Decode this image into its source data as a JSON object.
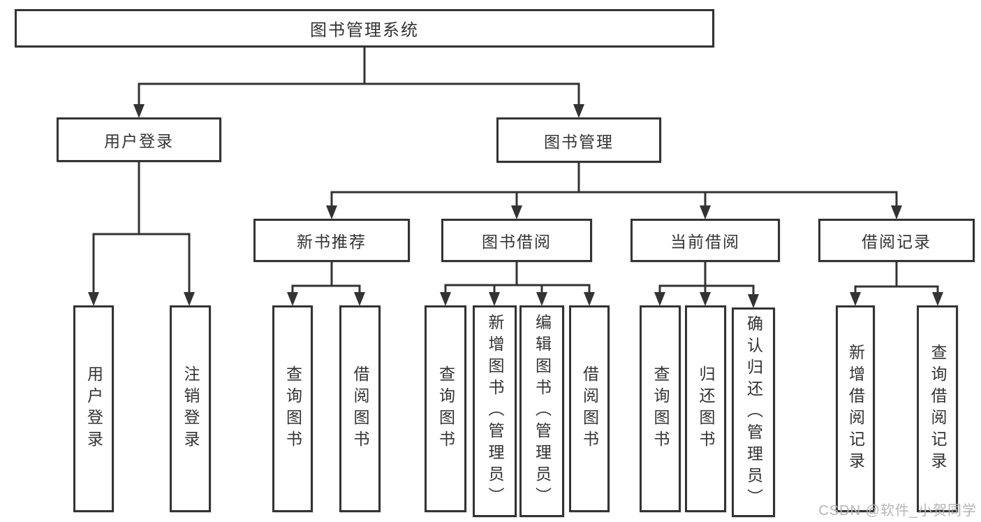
{
  "colors": {
    "background": "#ffffff",
    "box_border": "#333333",
    "connector": "#333333",
    "text": "#333333",
    "watermark": "#b5b5b5"
  },
  "root": {
    "label": "图书管理系统"
  },
  "level2": {
    "user_login": {
      "label": "用户登录"
    },
    "book_management": {
      "label": "图书管理"
    }
  },
  "level3": {
    "new_book_recommend": {
      "label": "新书推荐"
    },
    "book_borrow": {
      "label": "图书借阅"
    },
    "current_borrow": {
      "label": "当前借阅"
    },
    "borrow_records": {
      "label": "借阅记录"
    }
  },
  "leaves": {
    "user_login": {
      "label": "用户登录"
    },
    "logout": {
      "label": "注销登录"
    },
    "newrec_query_books": {
      "label": "查询图书"
    },
    "newrec_borrow_books": {
      "label": "借阅图书"
    },
    "borrow_query_books": {
      "label": "查询图书"
    },
    "borrow_add_books_admin": {
      "label": "新增图书（管理员）"
    },
    "borrow_edit_books_admin": {
      "label": "编辑图书（管理员）"
    },
    "borrow_borrow_books": {
      "label": "借阅图书"
    },
    "current_query_books": {
      "label": "查询图书"
    },
    "current_return_books": {
      "label": "归还图书"
    },
    "current_confirm_return_admin": {
      "label": "确认归还（管理员）"
    },
    "records_add_record": {
      "label": "新增借阅记录"
    },
    "records_query_record": {
      "label": "查询借阅记录"
    }
  },
  "watermark": {
    "label": "CSDN @软件_小贺同学"
  }
}
